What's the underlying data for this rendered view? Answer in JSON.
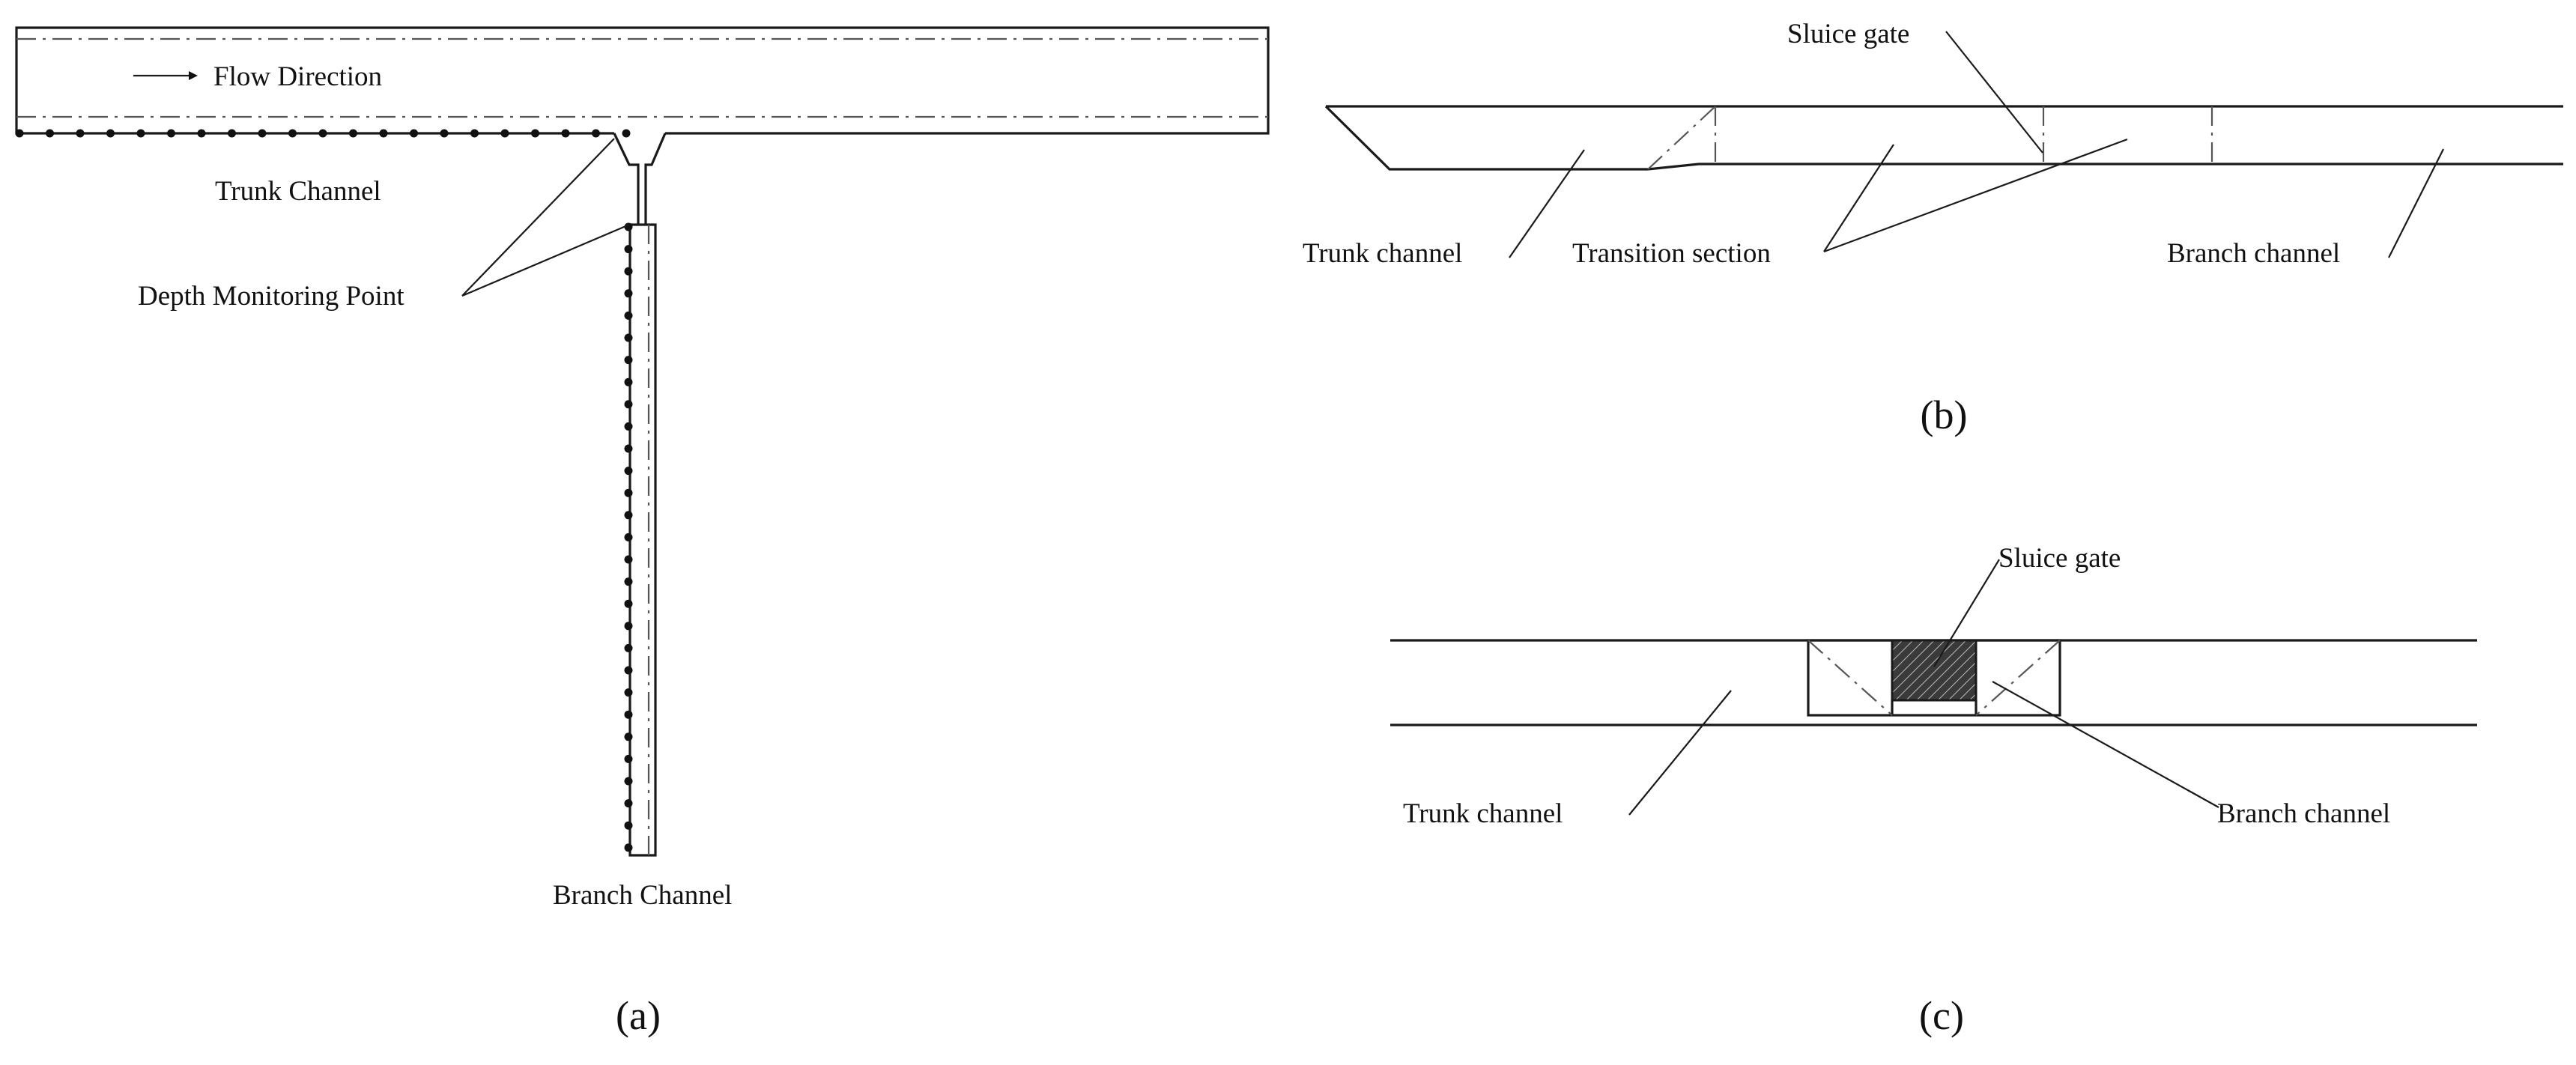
{
  "panel_a": {
    "flow_label": "Flow Direction",
    "trunk_label": "Trunk Channel",
    "monitor_label": "Depth Monitoring Point",
    "branch_label": "Branch Channel",
    "caption": "(a)"
  },
  "panel_b": {
    "gate_label": "Sluice gate",
    "trunk_label": "Trunk channel",
    "transition_label": "Transition section",
    "branch_label": "Branch channel",
    "caption": "(b)"
  },
  "panel_c": {
    "gate_label": "Sluice gate",
    "trunk_label": "Trunk channel",
    "branch_label": "Branch channel",
    "caption": "(c)"
  }
}
